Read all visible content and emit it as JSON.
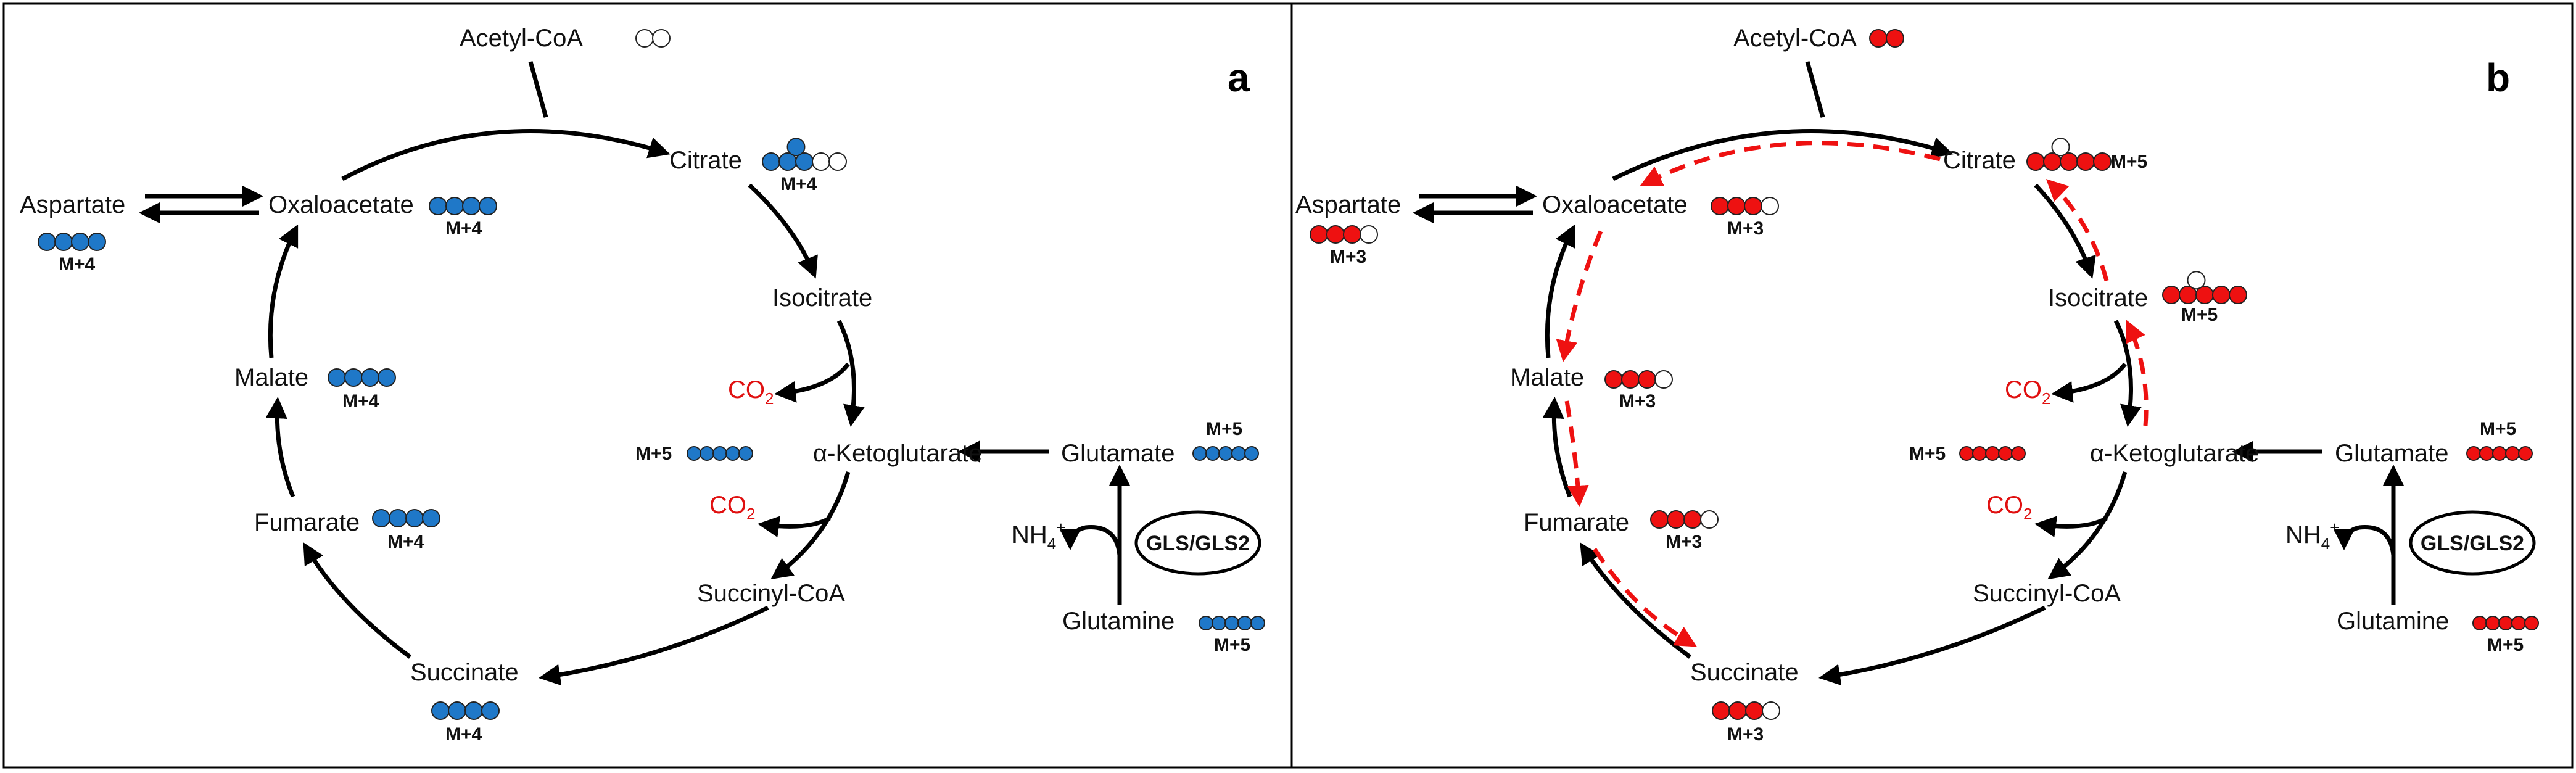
{
  "panels": [
    {
      "id": "a",
      "label": "a",
      "dot_colors": {
        "labeled": "#1f78c8",
        "unlabeled": "#ffffff"
      },
      "metabolites": {
        "acetylcoa": "Acetyl-CoA",
        "citrate": "Citrate",
        "isocitrate": "Isocitrate",
        "akg": "α-Ketoglutarate",
        "succinylcoa": "Succinyl-CoA",
        "succinate": "Succinate",
        "fumarate": "Fumarate",
        "malate": "Malate",
        "oxaloacetate": "Oxaloacetate",
        "aspartate": "Aspartate",
        "glutamate": "Glutamate",
        "glutamine": "Glutamine"
      },
      "labels": {
        "citrate": "M+4",
        "oxaloacetate": "M+4",
        "aspartate": "M+4",
        "malate": "M+4",
        "fumarate": "M+4",
        "succinate": "M+4",
        "akg": "M+5",
        "glutamate": "M+5",
        "glutamine": "M+5"
      },
      "co2": {
        "main": "CO",
        "sub": "2"
      },
      "nh4": {
        "main": "NH",
        "sub": "4",
        "sup": "+"
      },
      "enzyme": "GLS/GLS2"
    },
    {
      "id": "b",
      "label": "b",
      "dot_colors": {
        "labeled": "#ee1111",
        "unlabeled": "#ffffff"
      },
      "metabolites": {
        "acetylcoa": "Acetyl-CoA",
        "citrate": "Citrate",
        "isocitrate": "Isocitrate",
        "akg": "α-Ketoglutarate",
        "succinylcoa": "Succinyl-CoA",
        "succinate": "Succinate",
        "fumarate": "Fumarate",
        "malate": "Malate",
        "oxaloacetate": "Oxaloacetate",
        "aspartate": "Aspartate",
        "glutamate": "Glutamate",
        "glutamine": "Glutamine"
      },
      "labels": {
        "citrate": "M+5",
        "isocitrate": "M+5",
        "oxaloacetate": "M+3",
        "aspartate": "M+3",
        "malate": "M+3",
        "fumarate": "M+3",
        "succinate": "M+3",
        "akg": "M+5",
        "glutamate": "M+5",
        "glutamine": "M+5"
      },
      "co2": {
        "main": "CO",
        "sub": "2"
      },
      "nh4": {
        "main": "NH",
        "sub": "4",
        "sup": "+"
      },
      "enzyme": "GLS/GLS2"
    }
  ]
}
